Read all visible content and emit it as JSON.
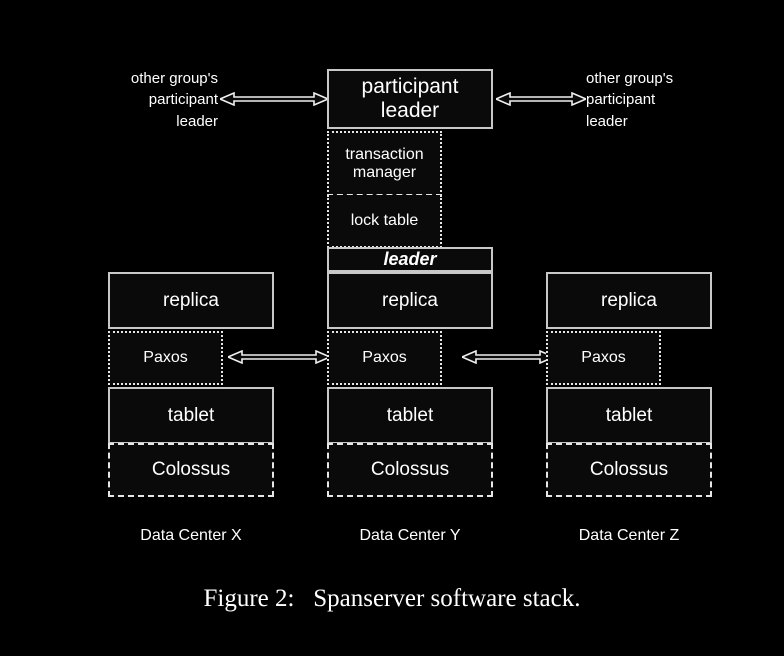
{
  "figure": {
    "caption_label": "Figure 2:",
    "caption_text": "Spanserver software stack.",
    "background_color": "#000000",
    "box_fill_color": "#0a0a0a",
    "line_color": "#e6e6e6",
    "text_color": "#ffffff"
  },
  "side_labels": {
    "left": "other group's\nparticipant\nleader",
    "right": "other group's\nparticipant\nleader"
  },
  "center_stack": {
    "participant_leader": "participant\nleader",
    "transaction_manager": "transaction\nmanager",
    "lock_table": "lock table",
    "leader_banner": "leader",
    "replica": "replica",
    "paxos": "Paxos",
    "tablet": "tablet",
    "colossus": "Colossus"
  },
  "left_stack": {
    "replica": "replica",
    "paxos": "Paxos",
    "tablet": "tablet",
    "colossus": "Colossus"
  },
  "right_stack": {
    "replica": "replica",
    "paxos": "Paxos",
    "tablet": "tablet",
    "colossus": "Colossus"
  },
  "datacenters": [
    {
      "label": "Data Center X"
    },
    {
      "label": "Data Center Y"
    },
    {
      "label": "Data Center Z"
    }
  ],
  "arrows": [
    {
      "name": "arrow-left-participant",
      "direction": "bidirectional"
    },
    {
      "name": "arrow-right-participant",
      "direction": "bidirectional"
    },
    {
      "name": "arrow-paxos-x-y",
      "direction": "bidirectional"
    },
    {
      "name": "arrow-paxos-y-z",
      "direction": "bidirectional"
    }
  ]
}
